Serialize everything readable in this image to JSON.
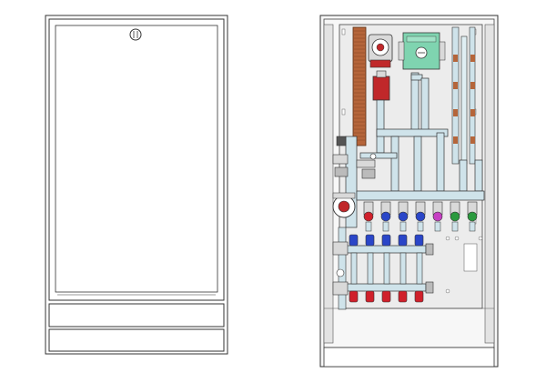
{
  "drawing": {
    "views": [
      {
        "name": "front-view-closed",
        "parts": [
          "cabinet-frame",
          "door-panel",
          "door-lock",
          "plinth-upper",
          "plinth-lower"
        ]
      },
      {
        "name": "open-view-installed",
        "parts": [
          "cabinet-frame",
          "back-plate",
          "heat-exchanger",
          "pump",
          "control-module",
          "distribution-manifold",
          "flow-meters",
          "supply-manifold",
          "return-manifold",
          "valves"
        ]
      }
    ],
    "colors": {
      "line": "#333333",
      "panel": "#ececec",
      "heat_exchanger": "#b5653a",
      "pump_red": "#c0282a",
      "pump_body": "#d9d9d9",
      "controller": "#7fd4b0",
      "pipe": "#cfe3ea",
      "valve_red": "#d0202b",
      "valve_blue": "#2a46c8",
      "valve_magenta": "#c63fc3",
      "valve_green": "#2a9a3e",
      "valve_white": "#f5f5f5"
    },
    "distribution_valves": [
      "red",
      "blue",
      "blue",
      "blue",
      "magenta",
      "green",
      "green"
    ],
    "supply_valves": [
      "blue",
      "blue",
      "blue",
      "blue",
      "blue"
    ],
    "return_valves": [
      "red",
      "red",
      "red",
      "red",
      "red"
    ]
  }
}
